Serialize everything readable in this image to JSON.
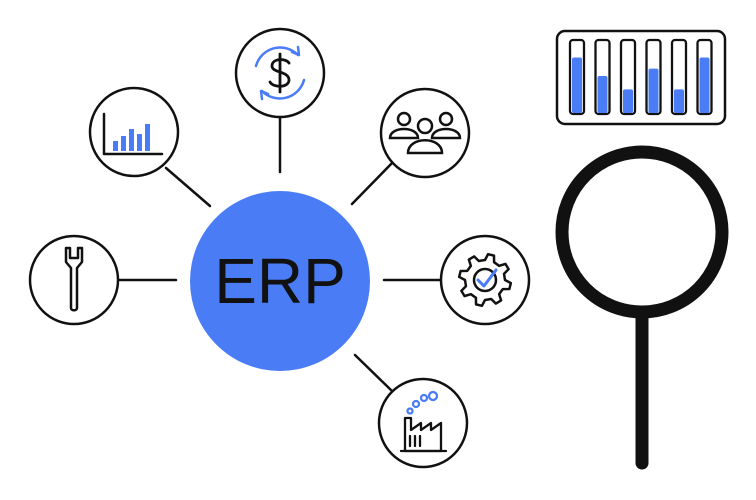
{
  "hub": {
    "label": "ERP",
    "color": "#4a7cf6",
    "text_color": "#111111"
  },
  "nodes": [
    {
      "name": "finance",
      "icon": "dollar-cycle-icon"
    },
    {
      "name": "analytics",
      "icon": "bar-chart-icon"
    },
    {
      "name": "team",
      "icon": "people-group-icon"
    },
    {
      "name": "tools",
      "icon": "wrench-icon"
    },
    {
      "name": "settings",
      "icon": "gear-check-icon"
    },
    {
      "name": "manufacturing",
      "icon": "factory-icon"
    }
  ],
  "dashboard": {
    "icon": "slider-panel-icon",
    "levels": [
      0.75,
      0.5,
      0.32,
      0.6,
      0.32,
      0.75
    ]
  },
  "magnifier": {
    "icon": "magnifying-glass-icon"
  },
  "colors": {
    "accent": "#4a7cf6",
    "stroke": "#111111",
    "background": "#ffffff"
  }
}
